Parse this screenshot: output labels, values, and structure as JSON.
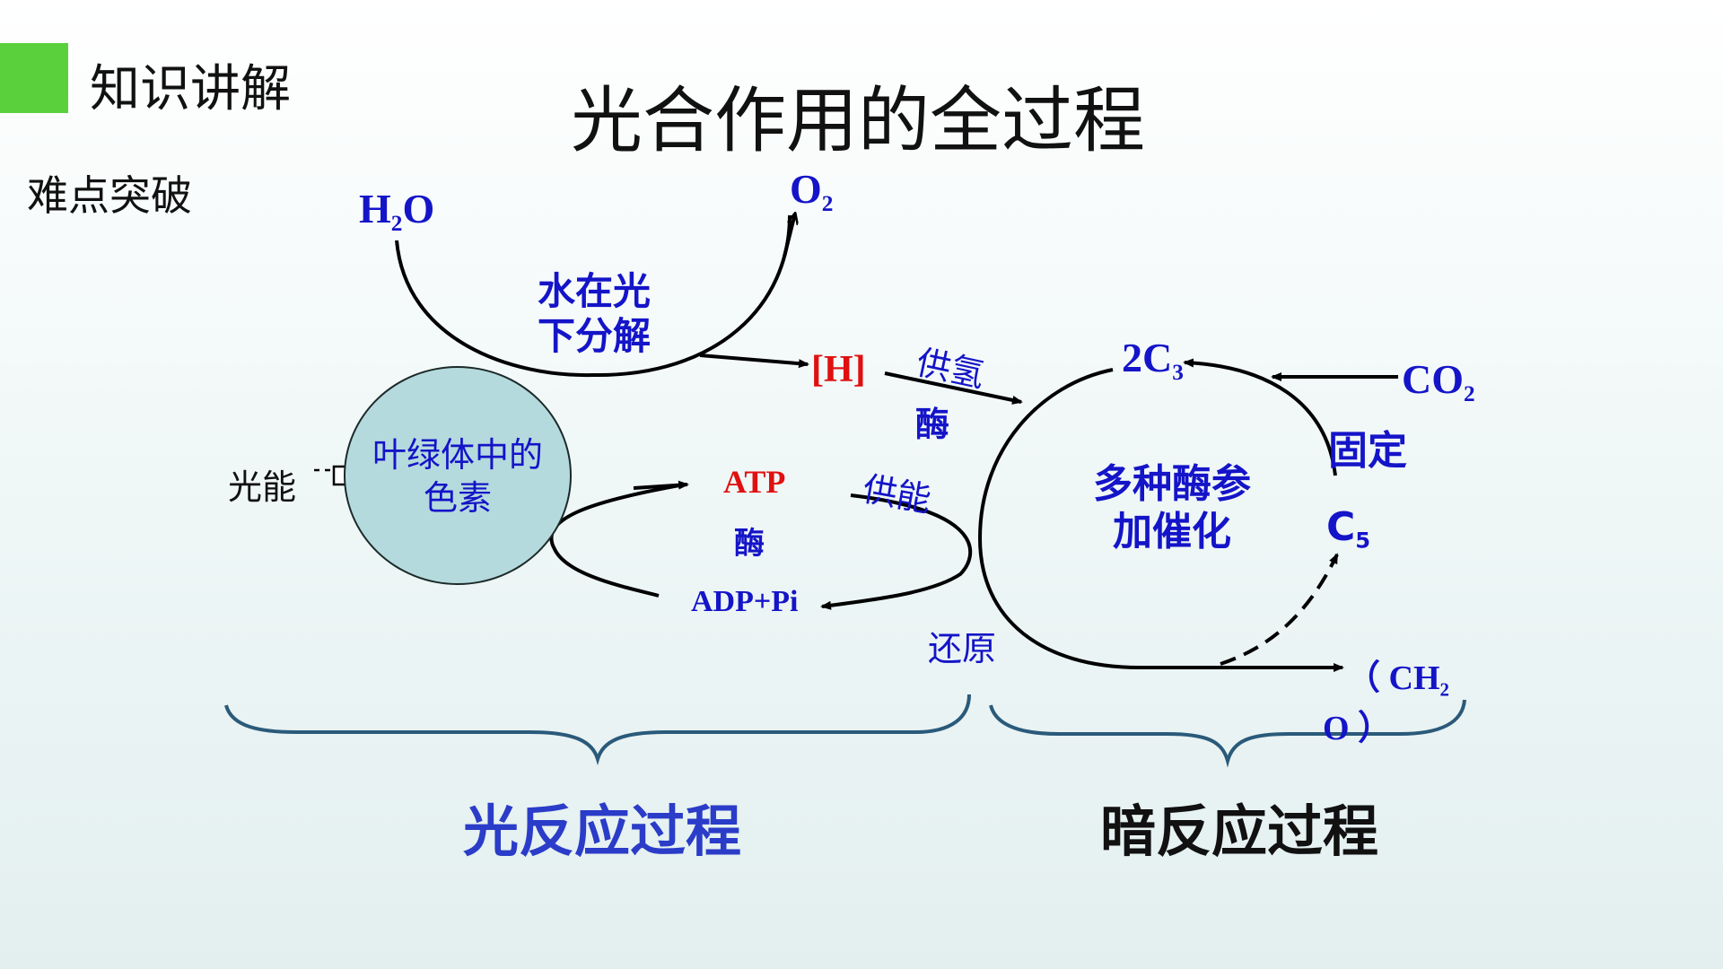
{
  "header": {
    "section_label": "知识讲解",
    "title": "光合作用的全过程",
    "sub_label": "难点突破"
  },
  "diagram": {
    "water": "H",
    "water_sub": "2",
    "water_tail": "O",
    "oxygen": "O",
    "oxygen_sub": "2",
    "photolysis": "水在光下分解",
    "hydrogen": "[H]",
    "supply_hydrogen": "供氢",
    "enzyme_1": "酶",
    "light_energy": "光能",
    "pigment": "叶绿体中的色素",
    "atp": "ATP",
    "enzyme_2": "酶",
    "adp": "ADP+Pi",
    "supply_energy": "供能",
    "reduction": "还原",
    "c3": "2C",
    "c3_sub": "3",
    "co2": "CO",
    "co2_sub": "2",
    "fixation": "固定",
    "catalysis": "多种酶参加催化",
    "c5": "C",
    "c5_sub": "5",
    "ch2o": "（ CH",
    "ch2o_sub": "2",
    "ch2o_tail": "O ）"
  },
  "labels": {
    "light_reaction": "光反应过程",
    "dark_reaction": "暗反应过程"
  },
  "colors": {
    "accent_green": "#5ad03d",
    "blue_text": "#1414c8",
    "red_text": "#e01010",
    "circle_fill": "#b5dadd",
    "brace": "#2a5a7a"
  }
}
